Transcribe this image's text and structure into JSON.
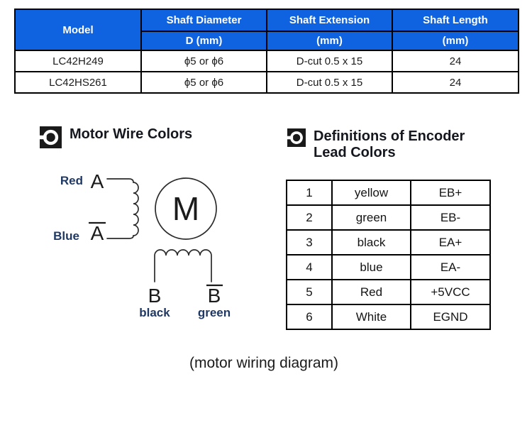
{
  "spec_table": {
    "header": {
      "model": "Model",
      "col2_top": "Shaft Diameter",
      "col2_bottom": "D (mm)",
      "col3_top": "Shaft Extension",
      "col3_bottom": "(mm)",
      "col4_top": "Shaft Length",
      "col4_bottom": "(mm)"
    },
    "rows": [
      {
        "model": "LC42H249",
        "diameter": "ϕ5 or ϕ6",
        "extension": "D-cut 0.5 x 15",
        "length": "24"
      },
      {
        "model": "LC42HS261",
        "diameter": "ϕ5 or ϕ6",
        "extension": "D-cut 0.5 x 15",
        "length": "24"
      }
    ]
  },
  "motor_section": {
    "title": "Motor Wire Colors",
    "diagram": {
      "phase_a": {
        "color_label": "Red",
        "terminal": "A"
      },
      "phase_a_bar": {
        "color_label": "Blue",
        "terminal": "A"
      },
      "motor_symbol": "M",
      "phase_b": {
        "color_label": "black",
        "terminal": "B"
      },
      "phase_b_bar": {
        "color_label": "green",
        "terminal": "B"
      }
    }
  },
  "encoder_section": {
    "title_line1": "Definitions of Encoder",
    "title_line2": "Lead Colors",
    "table": {
      "rows": [
        {
          "pin": "1",
          "color": "yellow",
          "signal": "EB+"
        },
        {
          "pin": "2",
          "color": "green",
          "signal": "EB-"
        },
        {
          "pin": "3",
          "color": "black",
          "signal": "EA+"
        },
        {
          "pin": "4",
          "color": "blue",
          "signal": "EA-"
        },
        {
          "pin": "5",
          "color": "Red",
          "signal": "+5VCC"
        },
        {
          "pin": "6",
          "color": "White",
          "signal": "EGND"
        }
      ]
    }
  },
  "caption": "(motor wiring diagram)",
  "colors": {
    "table_header_blue": "#1063e0",
    "table_header_text": "#ffffff",
    "wire_label_navy": "#1f3864",
    "border_black": "#000000"
  }
}
